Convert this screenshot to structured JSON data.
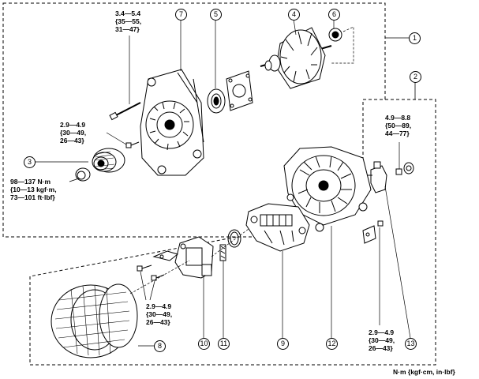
{
  "callouts": {
    "c1": "1",
    "c2": "2",
    "c3": "3",
    "c4": "4",
    "c5": "5",
    "c6": "6",
    "c7": "7",
    "c8": "8",
    "c9": "9",
    "c10": "10",
    "c11": "11",
    "c12": "12",
    "c13": "13"
  },
  "torque_labels": {
    "bolt_top": {
      "l1": "3.4—5.4",
      "l2": "{35—55,",
      "l3": "31—47}"
    },
    "bolt_left": {
      "l1": "2.9—4.9",
      "l2": "{30—49,",
      "l3": "26—43}"
    },
    "nut_pulley": {
      "l1": "98—137 N·m",
      "l2": "{10—13 kgf·m,",
      "l3": "73—101 ft·lbf}"
    },
    "terminal_right": {
      "l1": "4.9—8.8",
      "l2": "{50—89,",
      "l3": "44—77}"
    },
    "screws_regulator": {
      "l1": "2.9—4.9",
      "l2": "{30—49,",
      "l3": "26—43}"
    },
    "screws_bottom": {
      "l1": "2.9—4.9",
      "l2": "{30—49,",
      "l3": "26—43}"
    }
  },
  "unit_note": "N·m {kgf·cm, in·lbf}"
}
